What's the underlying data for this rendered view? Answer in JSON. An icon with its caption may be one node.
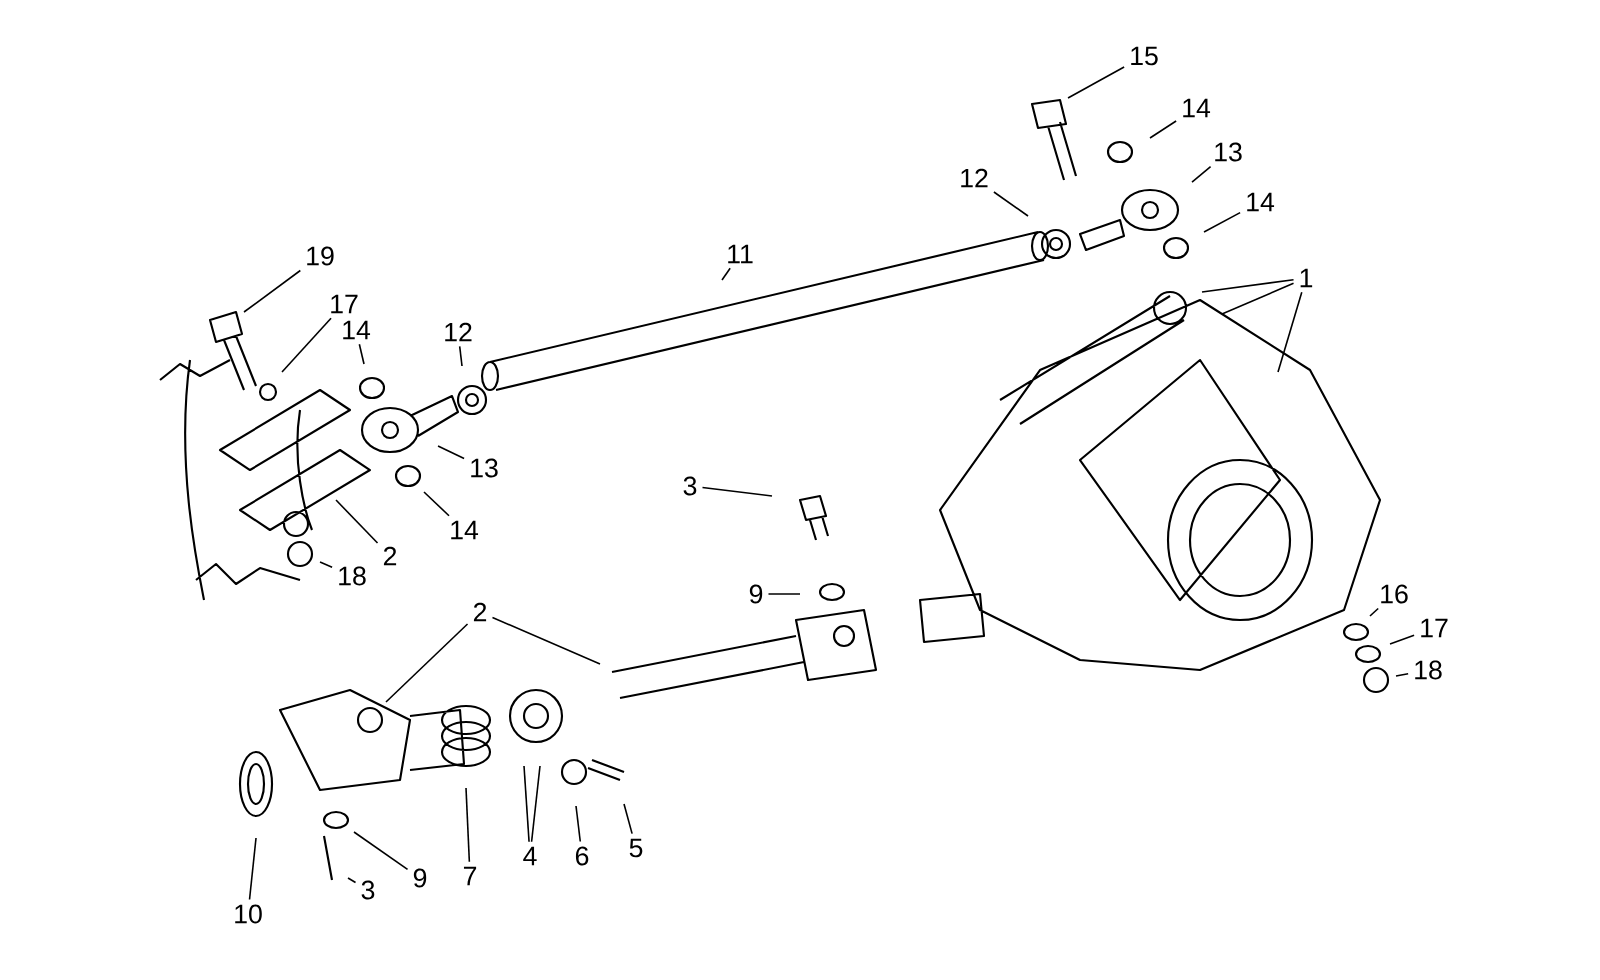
{
  "diagram": {
    "nodes": [
      {
        "text": [
          "15"
        ]
      },
      {
        "text": [
          "14"
        ]
      },
      {
        "text": [
          "13"
        ]
      },
      {
        "text": [
          "14"
        ]
      },
      {
        "text": [
          "12"
        ]
      },
      {
        "text": [
          "1"
        ]
      },
      {
        "text": [
          "11"
        ]
      },
      {
        "text": [
          "19"
        ]
      },
      {
        "text": [
          "17"
        ]
      },
      {
        "text": [
          "14"
        ]
      },
      {
        "text": [
          "12"
        ]
      },
      {
        "text": [
          "13"
        ]
      },
      {
        "text": [
          "14"
        ]
      },
      {
        "text": [
          "2"
        ]
      },
      {
        "text": [
          "18"
        ]
      },
      {
        "text": [
          "3"
        ]
      },
      {
        "text": [
          "9"
        ]
      },
      {
        "text": [
          "16"
        ]
      },
      {
        "text": [
          "17"
        ]
      },
      {
        "text": [
          "18"
        ]
      },
      {
        "text": [
          "2"
        ]
      },
      {
        "text": [
          "10"
        ]
      },
      {
        "text": [
          "3"
        ]
      },
      {
        "text": [
          "9"
        ]
      },
      {
        "text": [
          "7"
        ]
      },
      {
        "text": [
          "4"
        ]
      },
      {
        "text": [
          "6"
        ]
      },
      {
        "text": [
          "5"
        ]
      }
    ],
    "edges": [
      {
        "from": 0,
        "to": null,
        "arrow": "none"
      },
      {
        "from": 1,
        "to": null,
        "arrow": "none"
      },
      {
        "from": 2,
        "to": null,
        "arrow": "none"
      },
      {
        "from": 3,
        "to": null,
        "arrow": "none"
      },
      {
        "from": 4,
        "to": null,
        "arrow": "none"
      },
      {
        "from": 5,
        "to": null,
        "arrow": "none"
      },
      {
        "from": 5,
        "to": null,
        "arrow": "none"
      },
      {
        "from": 5,
        "to": null,
        "arrow": "none"
      },
      {
        "from": 6,
        "to": null,
        "arrow": "none"
      },
      {
        "from": 7,
        "to": null,
        "arrow": "none"
      },
      {
        "from": 8,
        "to": null,
        "arrow": "none"
      },
      {
        "from": 9,
        "to": null,
        "arrow": "none"
      },
      {
        "from": 10,
        "to": null,
        "arrow": "none"
      },
      {
        "from": 11,
        "to": null,
        "arrow": "none"
      },
      {
        "from": 12,
        "to": null,
        "arrow": "none"
      },
      {
        "from": 13,
        "to": null,
        "arrow": "none"
      },
      {
        "from": 14,
        "to": null,
        "arrow": "none"
      },
      {
        "from": 15,
        "to": null,
        "arrow": "none"
      },
      {
        "from": 16,
        "to": null,
        "arrow": "none"
      },
      {
        "from": 17,
        "to": null,
        "arrow": "none"
      },
      {
        "from": 18,
        "to": null,
        "arrow": "none"
      },
      {
        "from": 19,
        "to": null,
        "arrow": "none"
      },
      {
        "from": 20,
        "to": null,
        "arrow": "none"
      },
      {
        "from": 20,
        "to": null,
        "arrow": "none"
      },
      {
        "from": 21,
        "to": null,
        "arrow": "none"
      },
      {
        "from": 22,
        "to": null,
        "arrow": "none"
      },
      {
        "from": 23,
        "to": null,
        "arrow": "none"
      },
      {
        "from": 24,
        "to": null,
        "arrow": "none"
      },
      {
        "from": 25,
        "to": null,
        "arrow": "none"
      },
      {
        "from": 25,
        "to": null,
        "arrow": "none"
      },
      {
        "from": 26,
        "to": null,
        "arrow": "none"
      },
      {
        "from": 27,
        "to": null,
        "arrow": "none"
      }
    ]
  }
}
